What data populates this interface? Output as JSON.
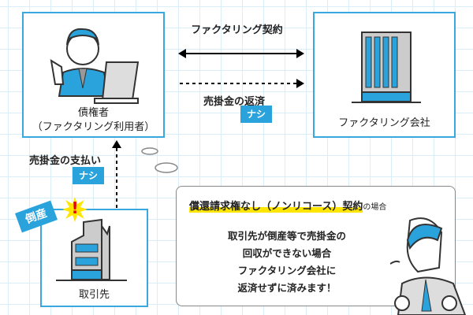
{
  "user_box": {
    "title": "債権者",
    "subtitle": "（ファクタリング利用者）"
  },
  "company_box": {
    "title": "ファクタリング会社"
  },
  "client_box": {
    "title": "取引先",
    "bankruptcy_tag": "倒産",
    "alert": "!"
  },
  "arrows": {
    "contract": "ファクタリング契約",
    "repayment": "売掛金の返済",
    "repayment_tag": "ナシ",
    "payment": "売掛金の支払い",
    "payment_tag": "ナシ"
  },
  "callout": {
    "heading": "償還請求権なし（ノンリコース）契約",
    "heading_suffix": "の場合",
    "lines": [
      "取引先が倒産等で売掛金の",
      "回収ができない場合",
      "ファクタリング会社に",
      "返済せずに済みます！"
    ]
  },
  "colors": {
    "accent": "#2aa3dc",
    "highlight": "#ffe600"
  }
}
